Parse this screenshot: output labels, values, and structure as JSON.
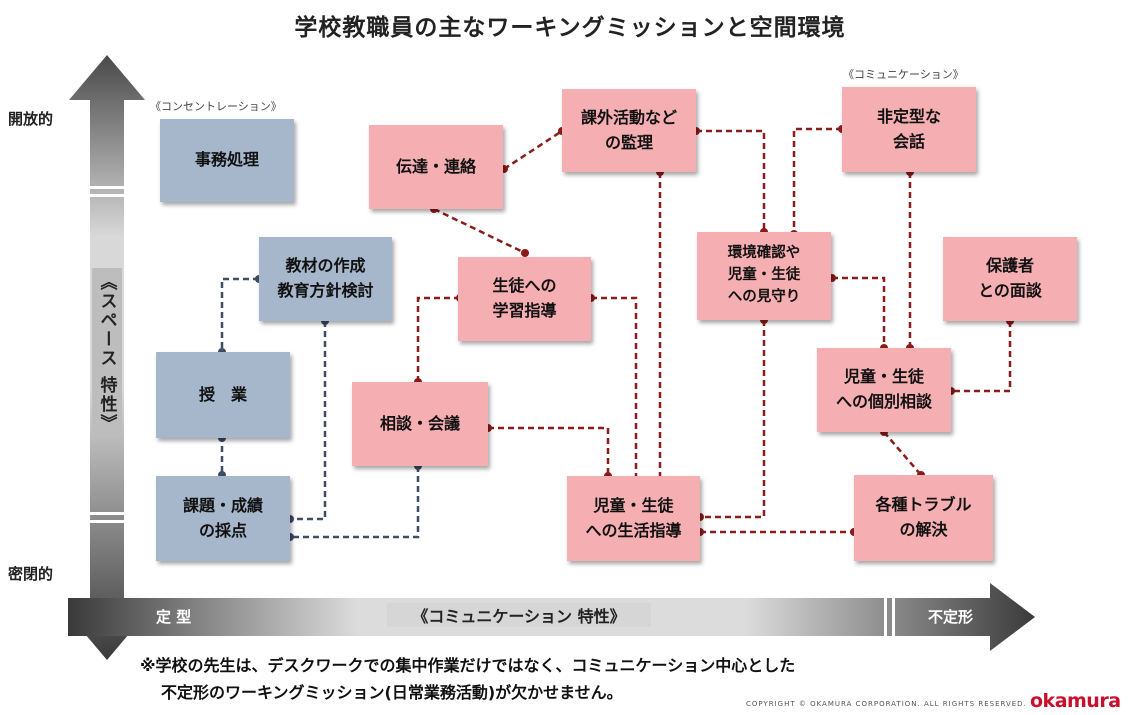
{
  "title": "学校教職員の主なワーキングミッションと空間環境",
  "axes": {
    "y_top": "開放的",
    "y_bottom": "密閉的",
    "y_label": "《スペース 特性》",
    "x_left": "定 型",
    "x_right": "不定形",
    "x_label": "《コミュニケーション 特性》"
  },
  "notes": {
    "concentration": "《コンセントレーション》",
    "communication": "《コミュニケーション》"
  },
  "nodes": {
    "jimu": "事務処理",
    "kyozai": "教材の作成\n教育方針検討",
    "jugyo": "授　業",
    "kadai": "課題・成績\nの採点",
    "dentatsu": "伝達・連絡",
    "kagai": "課外活動など\nの監理",
    "seito_gakushu": "生徒への\n学習指導",
    "sodan": "相談・会議",
    "seikatsu": "児童・生徒\nへの生活指導",
    "kankyo": "環境確認や\n児童・生徒\nへの見守り",
    "hiteikei": "非定型な\n会話",
    "hogosha": "保護者\nとの面談",
    "kobetsu": "児童・生徒\nへの個別相談",
    "trouble": "各種トラブル\nの解決"
  },
  "footnote": {
    "line1": "※学校の先生は、デスクワークでの集中作業だけではなく、コミュニケーション中心とした",
    "line2": "不定形のワーキングミッション(日常業務活動)が欠かせません。"
  },
  "copyright": "COPYRIGHT © OKAMURA CORPORATION. ALL RIGHTS RESERVED.",
  "logo": "okamura",
  "colors": {
    "blue_box": "#a6b6cb",
    "pink_box": "#f5aeb1",
    "blue_line": "#3d4d66",
    "red_line": "#8b1c1c"
  }
}
